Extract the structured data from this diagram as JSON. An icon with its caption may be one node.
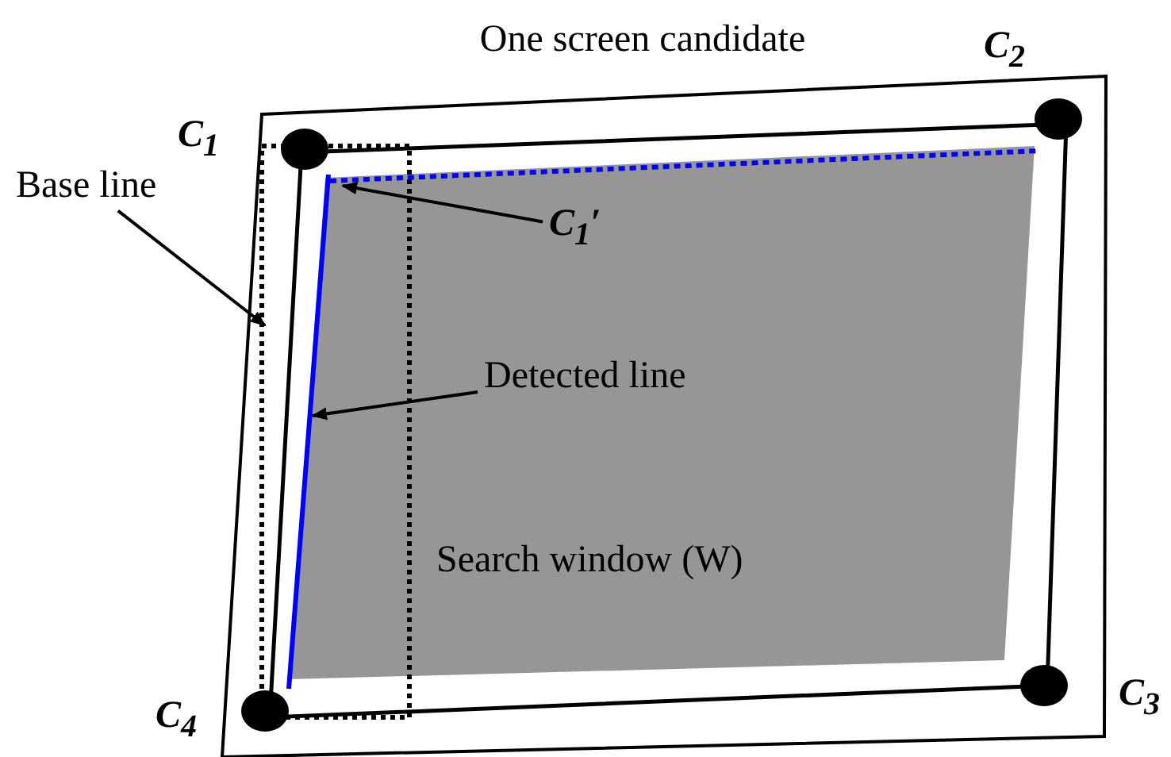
{
  "diagram": {
    "nodes": [
      {
        "text": [
          "Base line"
        ]
      },
      {
        "text": [
          "C$_{1}$′"
        ]
      },
      {
        "text": [
          "Detected line"
        ]
      },
      {
        "text": [],
        "shape": "box"
      },
      {
        "text": [],
        "shape": "line"
      },
      {
        "text": [],
        "shape": "line",
        "in": 3
      }
    ],
    "edges": [
      {
        "from": 0,
        "to": 3,
        "arrow": "to"
      },
      {
        "from": 1,
        "to": 4,
        "arrow": "to"
      },
      {
        "from": 2,
        "to": 5,
        "arrow": "to"
      }
    ],
    "labels": [
      "One screen candidate",
      "C$_{1}$",
      "C$_{2}$",
      "Search window (W)",
      "C$_{4}$",
      "C$_{3}$"
    ]
  }
}
